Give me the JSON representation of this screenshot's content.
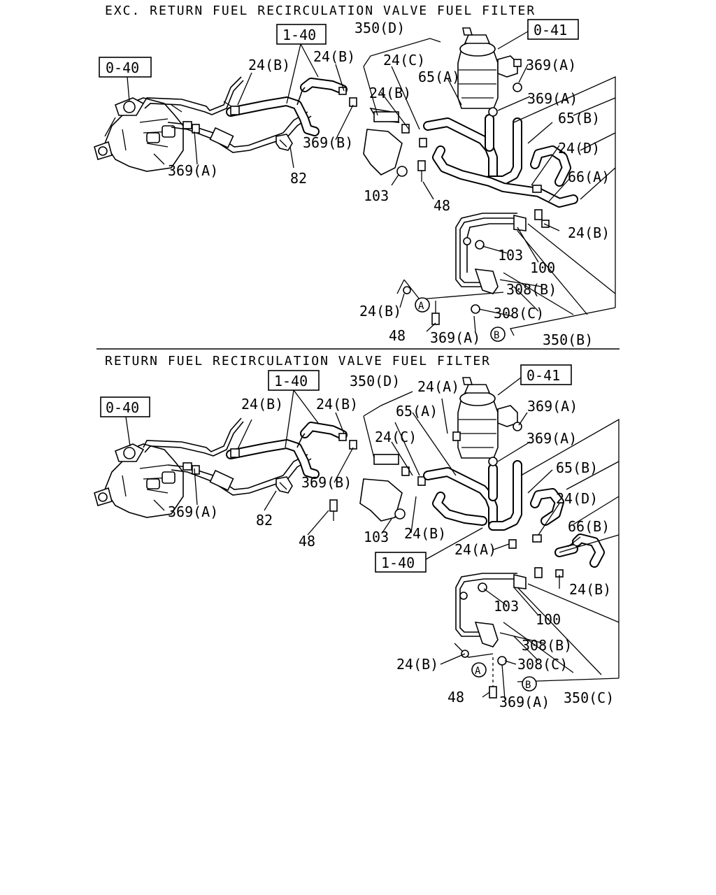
{
  "diagram1": {
    "title": "EXC. RETURN FUEL RECIRCULATION VALVE FUEL FILTER",
    "refs": {
      "pump": "0-40",
      "pipe": "1-40",
      "filter": "0-41"
    },
    "labels": {
      "l350D": "350(D)",
      "l24B_a": "24(B)",
      "l24B_b": "24(B)",
      "l24C": "24(C)",
      "l65A": "65(A)",
      "l369A_a": "369(A)",
      "l369A_b": "369(A)",
      "l24B_c": "24(B)",
      "l65B": "65(B)",
      "l369B": "369(B)",
      "l24D": "24(D)",
      "l369A_c": "369(A)",
      "l82": "82",
      "l66A": "66(A)",
      "l103_a": "103",
      "l48_a": "48",
      "l24B_d": "24(B)",
      "l103_b": "103",
      "l100": "100",
      "l308B": "308(B)",
      "l24B_e": "24(B)",
      "l308C": "308(C)",
      "l48_b": "48",
      "l369A_d": "369(A)",
      "l350B": "350(B)",
      "circA": "A",
      "circB": "B"
    }
  },
  "diagram2": {
    "title": "RETURN FUEL RECIRCULATION VALVE FUEL FILTER",
    "refs": {
      "pump": "0-40",
      "pipe": "1-40",
      "filter": "0-41",
      "pipe2": "1-40"
    },
    "labels": {
      "l350D": "350(D)",
      "l24A_a": "24(A)",
      "l24B_a": "24(B)",
      "l24B_b": "24(B)",
      "l65A": "65(A)",
      "l369A_a": "369(A)",
      "l24C": "24(C)",
      "l369A_b": "369(A)",
      "l369B": "369(B)",
      "l65B": "65(B)",
      "l369A_c": "369(A)",
      "l82": "82",
      "l24D": "24(D)",
      "l48_a": "48",
      "l103_a": "103",
      "l24B_c": "24(B)",
      "l66B": "66(B)",
      "l24A_b": "24(A)",
      "l24B_d": "24(B)",
      "l103_b": "103",
      "l100": "100",
      "l308B": "308(B)",
      "l24B_e": "24(B)",
      "l308C": "308(C)",
      "l48_b": "48",
      "l369A_d": "369(A)",
      "l350C": "350(C)",
      "circA": "A",
      "circB": "B"
    }
  }
}
